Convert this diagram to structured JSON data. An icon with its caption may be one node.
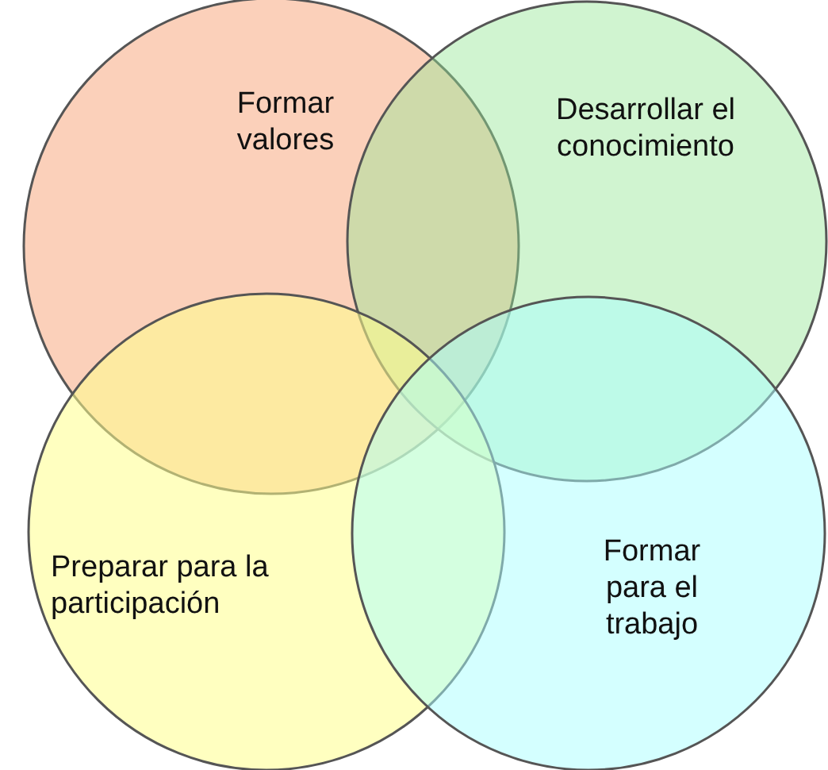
{
  "diagram": {
    "nodes": [
      {
        "text": [
          "Formar valores"
        ]
      },
      {
        "text": [
          "Desarrollar el conocimiento"
        ]
      },
      {
        "text": [
          "Preparar para la participación"
        ]
      },
      {
        "text": [
          "Formar para el trabajo"
        ]
      }
    ]
  }
}
